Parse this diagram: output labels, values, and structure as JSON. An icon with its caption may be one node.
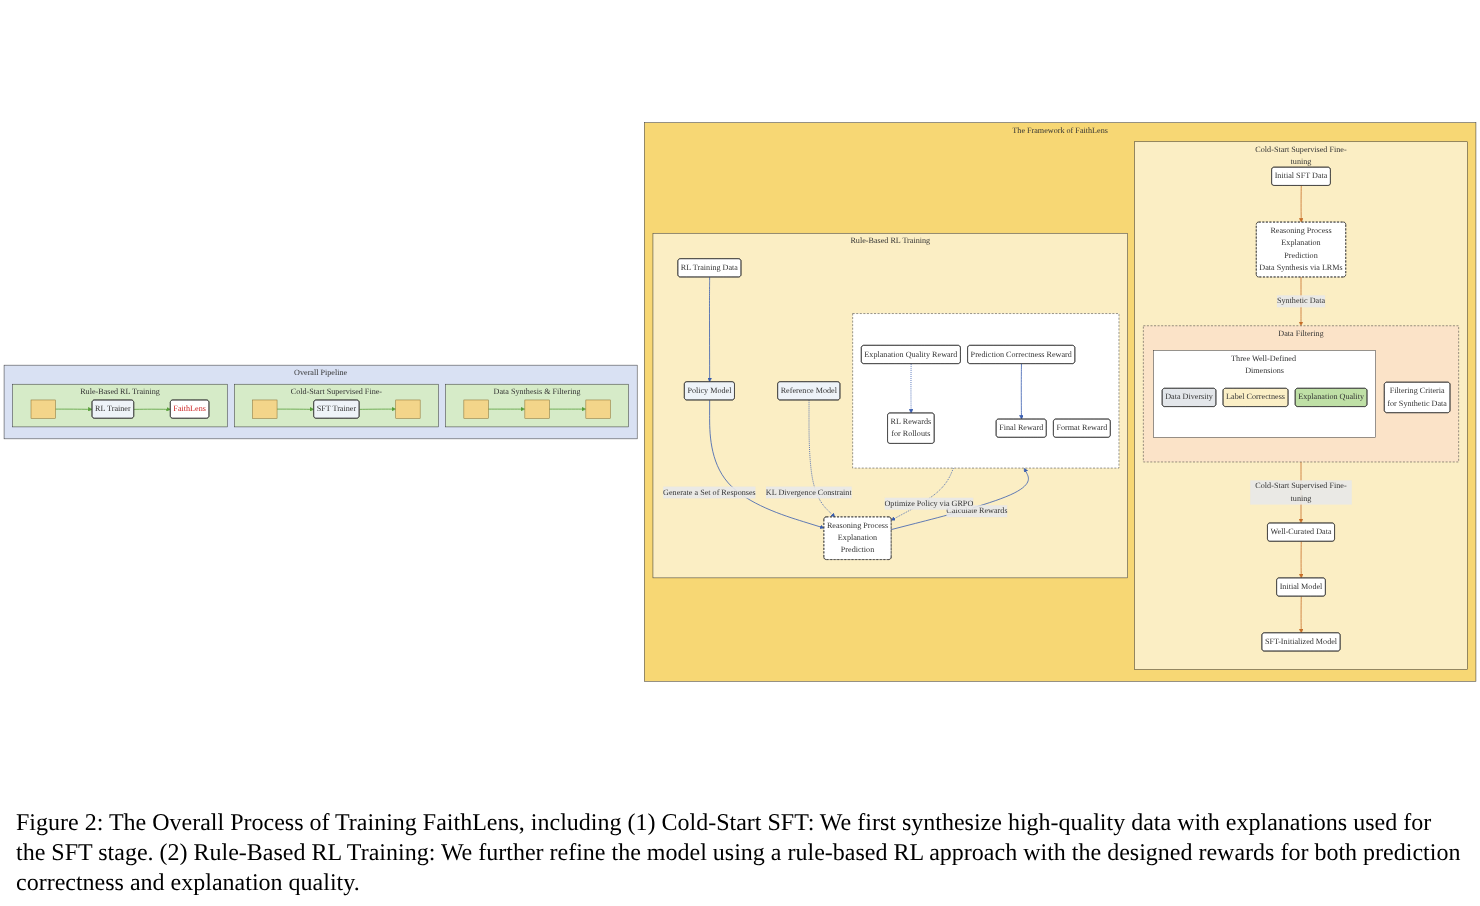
{
  "diagram": {
    "caption": "Figure 2: The Overall Process of Training FaithLens, including (1) Cold-Start SFT: We first synthesize high-quality data with explanations used for the SFT stage. (2) Rule-Based RL Training: We further refine the model using a rule-based RL approach with the designed rewards for both prediction correctness and explanation quality.",
    "nodes": [
      {
        "text": [
          "The Framework of FaithLens"
        ]
      },
      {
        "text": [
          "Cold-Start Supervised Fine-tuning"
        ],
        "in": 0
      },
      {
        "text": [
          "Initial SFT Data"
        ],
        "in": 1
      },
      {
        "text": [
          "Reasoning Process",
          "Explanation",
          "Prediction",
          "Data Synthesis via LRMs"
        ],
        "in": 1
      },
      {
        "text": [
          "Data Filtering"
        ],
        "in": 1
      },
      {
        "text": [
          "Filtering Criteria",
          "for Synthetic Data"
        ],
        "in": 4
      },
      {
        "text": [
          "Three Well-Defined Dimensions"
        ],
        "in": 4
      },
      {
        "text": [
          "Data Diversity"
        ],
        "in": 6
      },
      {
        "text": [
          "Label Correctness"
        ],
        "in": 6
      },
      {
        "text": [
          "Explanation Quality"
        ],
        "in": 6
      },
      {
        "text": [
          "Well-Curated Data"
        ],
        "in": 1
      },
      {
        "text": [
          "Initial Model"
        ],
        "in": 1
      },
      {
        "text": [
          "SFT-Initialized Model"
        ],
        "in": 1
      },
      {
        "text": [
          "Rule-Based RL Training"
        ],
        "in": 0
      },
      {
        "text": [
          "RL Training Data"
        ],
        "in": 13
      },
      {
        "text": [
          "Policy Model"
        ],
        "in": 13
      },
      {
        "text": [
          "Reasoning Process",
          "Explanation",
          "Prediction"
        ],
        "in": 13
      },
      {
        "text": [
          "Reference Model"
        ],
        "in": 13
      },
      {
        "text": [],
        "shape": "box",
        "in": 13
      },
      {
        "text": [
          "RL Rewards",
          "for Rollouts"
        ],
        "in": 18
      },
      {
        "text": [
          "Format Reward"
        ],
        "in": 18
      },
      {
        "text": [
          "Explanation Quality Reward"
        ],
        "in": 18
      },
      {
        "text": [
          "Prediction Correctness Reward"
        ],
        "in": 18
      },
      {
        "text": [
          "Final Reward"
        ],
        "in": 18
      },
      {
        "text": [
          "Overall Pipeline"
        ]
      },
      {
        "text": [
          "Data Synthesis & Filtering"
        ],
        "in": 24
      },
      {
        "text": [],
        "shape": "box",
        "in": 25
      },
      {
        "text": [],
        "shape": "box",
        "in": 25
      },
      {
        "text": [],
        "shape": "box",
        "in": 25
      },
      {
        "text": [
          "Cold-Start Supervised Fine-tuning"
        ],
        "in": 24
      },
      {
        "text": [],
        "shape": "box",
        "in": 29
      },
      {
        "text": [
          "SFT Trainer"
        ],
        "in": 29
      },
      {
        "text": [],
        "shape": "box",
        "in": 29
      },
      {
        "text": [
          "Rule-Based RL Training"
        ],
        "in": 24
      },
      {
        "text": [],
        "shape": "box",
        "in": 33
      },
      {
        "text": [
          "RL Trainer"
        ],
        "in": 33
      },
      {
        "text": [
          "FaithLens"
        ],
        "in": 33
      }
    ],
    "edges": [
      {
        "from": 2,
        "to": 3,
        "arrow": "to",
        "color": "#c8702a"
      },
      {
        "from": 3,
        "to": 4,
        "arrow": "to",
        "label": "Synthetic Data",
        "color": "#c8702a"
      },
      {
        "from": 4,
        "to": 10,
        "arrow": "to",
        "label": "Cold-Start Supervised Fine-tuning",
        "color": "#c8702a"
      },
      {
        "from": 10,
        "to": 11,
        "arrow": "to",
        "color": "#c8702a"
      },
      {
        "from": 11,
        "to": 12,
        "arrow": "to",
        "color": "#c8702a"
      },
      {
        "from": 14,
        "to": 15,
        "arrow": "to"
      },
      {
        "from": 15,
        "to": 16,
        "arrow": "to",
        "label": "Generate a Set of Responses"
      },
      {
        "from": 17,
        "to": 16,
        "arrow": "to",
        "label": "KL Divergence Constraint",
        "style": "dashed"
      },
      {
        "from": 16,
        "to": 18,
        "arrow": "to",
        "label": "Calculate Rewards"
      },
      {
        "from": 18,
        "to": 16,
        "arrow": "to",
        "label": "Optimize Policy via GRPO",
        "style": "dashed"
      },
      {
        "from": 21,
        "to": 19,
        "arrow": "to",
        "style": "dashed"
      },
      {
        "from": 22,
        "to": 23,
        "arrow": "to"
      },
      {
        "from": 26,
        "to": 27,
        "arrow": "to",
        "color": "#5aa03c"
      },
      {
        "from": 27,
        "to": 28,
        "arrow": "to",
        "color": "#5aa03c"
      },
      {
        "from": 30,
        "to": 31,
        "arrow": "to",
        "color": "#5aa03c"
      },
      {
        "from": 31,
        "to": 32,
        "arrow": "to",
        "color": "#5aa03c"
      },
      {
        "from": 34,
        "to": 35,
        "arrow": "to",
        "color": "#5aa03c"
      },
      {
        "from": 35,
        "to": 36,
        "arrow": "to",
        "color": "#5aa03c"
      }
    ]
  }
}
